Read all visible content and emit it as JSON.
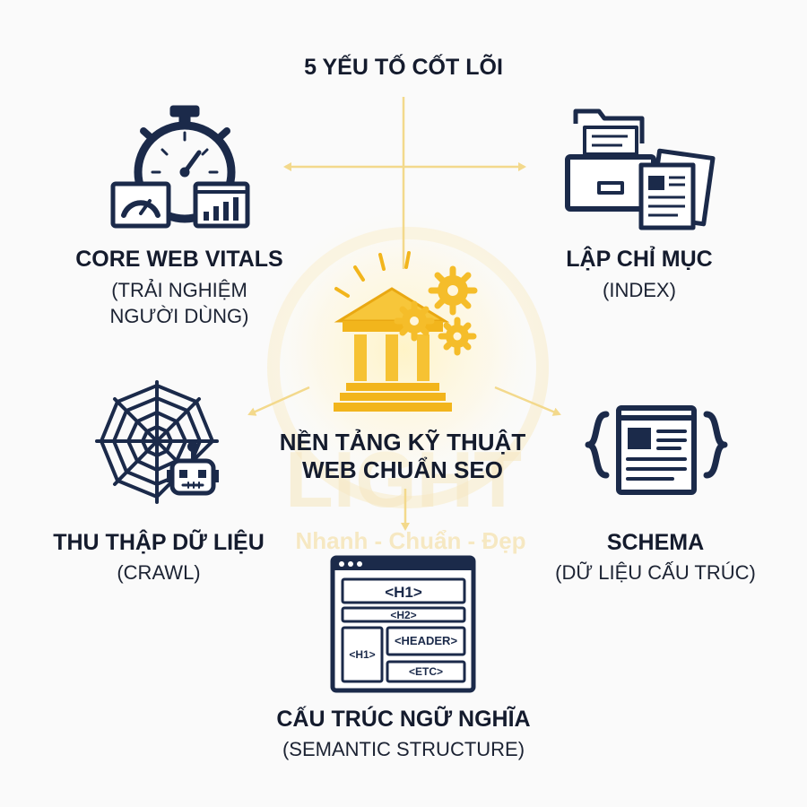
{
  "title": "5 YẾU TỐ CỐT LÕI",
  "center": {
    "line1": "NỀN TẢNG KỸ THUẬT",
    "line2": "WEB CHUẨN SEO"
  },
  "watermark": {
    "brand": "LIGHT",
    "tagline": "Nhanh - Chuẩn - Đẹp"
  },
  "nodes": {
    "core_web_vitals": {
      "title": "CORE WEB VITALS",
      "sub1": "(TRẢI NGHIỆM",
      "sub2": "NGƯỜI DÙNG)",
      "icon": "stopwatch-gauge-chart-icon"
    },
    "indexing": {
      "title": "LẬP CHỈ MỤC",
      "sub1": "(INDEX)",
      "icon": "file-cabinet-documents-icon"
    },
    "crawl": {
      "title": "THU THẬP DỮ LIỆU",
      "sub1": "(CRAWL)",
      "icon": "spider-web-robot-icon"
    },
    "schema": {
      "title": "SCHEMA",
      "sub1": "(DỮ LIỆU CẤU TRÚC)",
      "icon": "braces-document-icon"
    },
    "semantic": {
      "title": "CẤU TRÚC NGỮ NGHĨA",
      "sub1": "(SEMANTIC STRUCTURE)",
      "icon": "browser-wireframe-icon",
      "tags": {
        "h1_top": "<H1>",
        "h2": "<H2>",
        "h1_side": "<H1>",
        "header": "<HEADER>",
        "etc": "<ETC>"
      }
    }
  },
  "colors": {
    "navy": "#1b2a4a",
    "gold": "#f2b51c",
    "arrow": "#f3d98c",
    "text": "#141b2d"
  }
}
